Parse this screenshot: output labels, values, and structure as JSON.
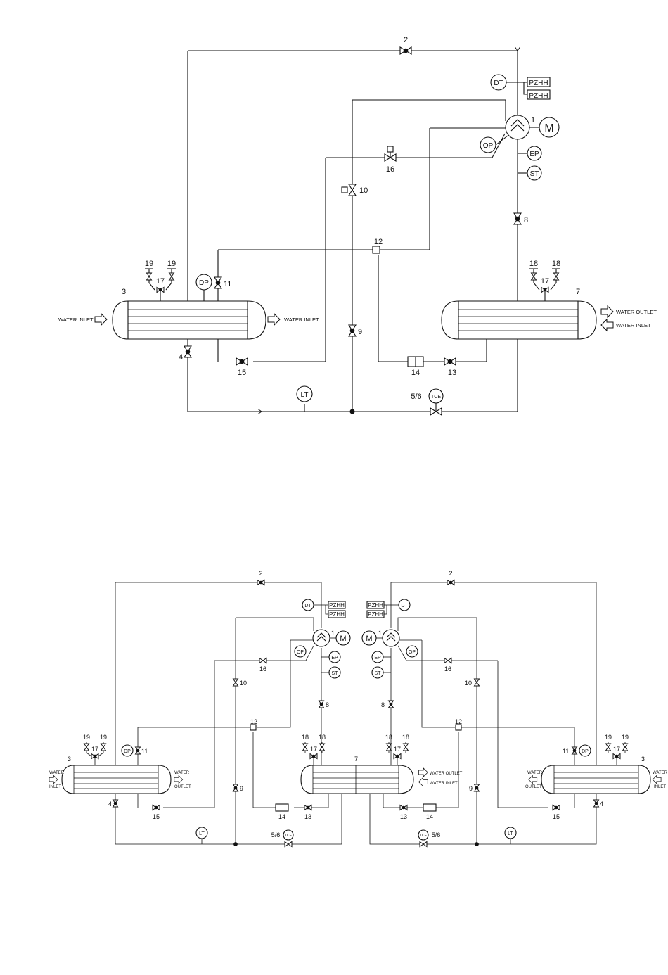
{
  "components": {
    "motor_pump": "1",
    "bypass_valve": "2",
    "condenser": "3",
    "condenser_drain_valve": "4",
    "expansion_valve": "5/6",
    "evaporator": "7",
    "discharge_valve": "8",
    "liquid_valve": "9",
    "solenoid_valve_10": "10",
    "valve_11": "11",
    "oil_separator": "12",
    "valve_13": "13",
    "filter_drier": "14",
    "valve_15": "15",
    "solenoid_valve_16": "16",
    "manifold_valve": "17",
    "vent_valve_evaporator": "18",
    "vent_valve_condenser": "19"
  },
  "instruments": {
    "dt": "DT",
    "pzhh": "PZHH",
    "op": "OP",
    "ep": "EP",
    "st": "ST",
    "dp": "DP",
    "lt": "LT",
    "tce": "TCE",
    "motor": "M"
  },
  "labels": {
    "water_inlet": "WATER INLET",
    "water_outlet": "WATER OUTLET",
    "water_top": "WATER",
    "inlet_bottom": "INLET",
    "outlet_bottom": "OUTLET"
  }
}
